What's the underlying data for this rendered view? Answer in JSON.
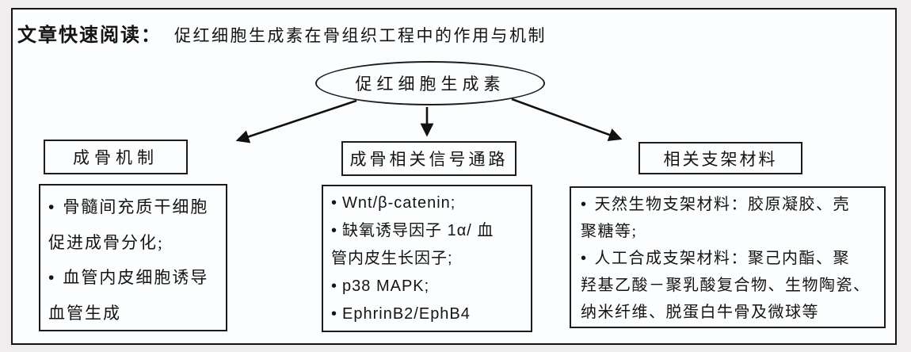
{
  "header": {
    "label": "文章快速阅读：",
    "title": "促红细胞生成素在骨组织工程中的作用与机制"
  },
  "root": {
    "label": "促红细胞生成素"
  },
  "bullet": "•",
  "branches": [
    {
      "title": "成骨机制",
      "items": [
        "骨髓间充质干细胞\n促进成骨分化;",
        "血管内皮细胞诱导\n血管生成"
      ]
    },
    {
      "title": "成骨相关信号通路",
      "items": [
        "Wnt/β-catenin;",
        "缺氧诱导因子 1α/ 血\n管内皮生长因子;",
        "p38 MAPK;",
        "EphrinB2/EphB4"
      ]
    },
    {
      "title": "相关支架材料",
      "items": [
        "天然生物支架材料：胶原凝胶、壳\n聚糖等;",
        "人工合成支架材料：聚己内酯、聚\n羟基乙酸－聚乳酸复合物、生物陶瓷、\n纳米纤维、脱蛋白牛骨及微球等"
      ]
    }
  ],
  "colors": {
    "border": "#141414",
    "frame_background": "#fbfdfe",
    "page_background": "#efedee",
    "text": "#141414"
  }
}
